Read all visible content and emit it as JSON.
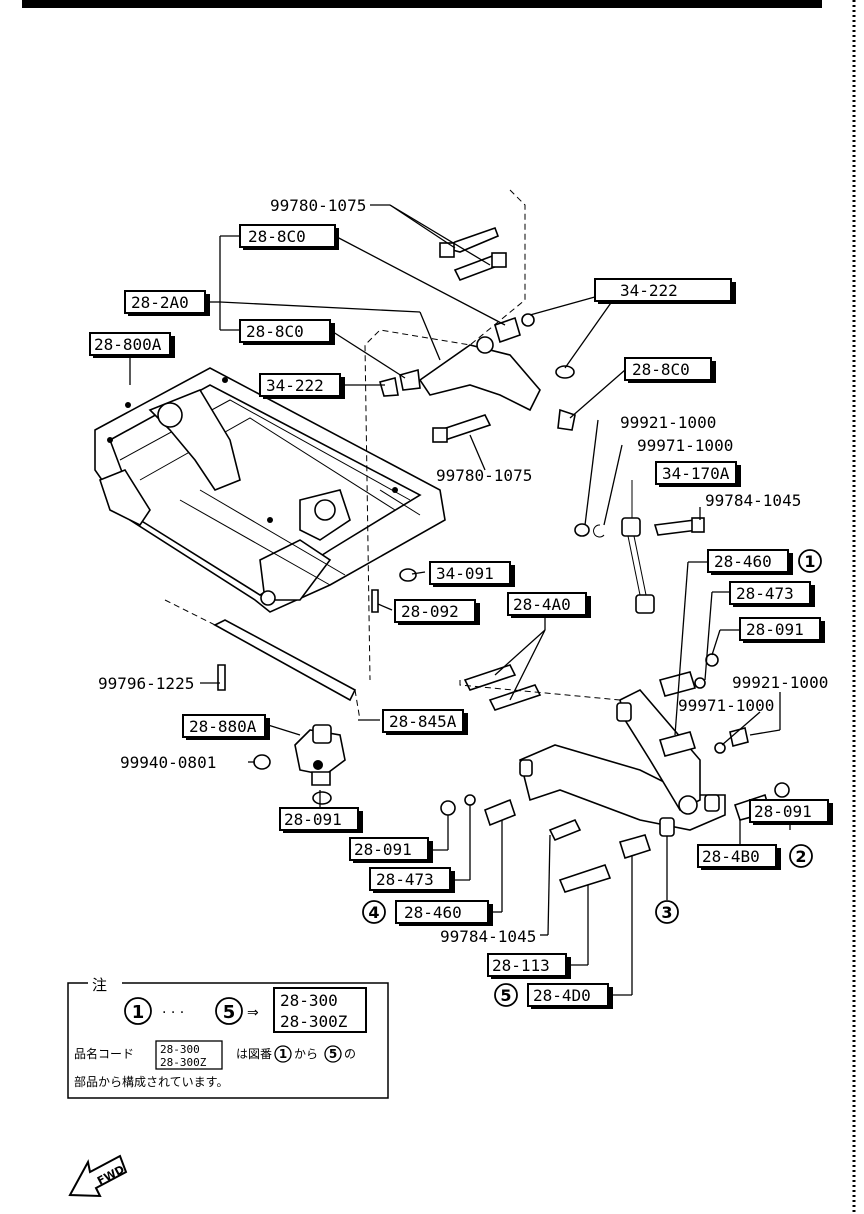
{
  "labels": {
    "bolt_upper_top": "99780-1075",
    "bush_8c0_top": "28-8C0",
    "arm_2a0": "28-2A0",
    "bush_8c0_mid": "28-8C0",
    "nut_222_right": "34-222",
    "crossmember": "28-800A",
    "nut_222_left": "34-222",
    "bush_8c0_right": "28-8C0",
    "bolt_upper_bottom": "99780-1075",
    "washer_1000": "99921-1000",
    "washer_s1000": "99971-1000",
    "stab_link": "34-170A",
    "bolt_1045_top": "99784-1045",
    "nut_091_mid": "34-091",
    "bolt_092": "28-092",
    "arm_4a0": "28-4A0",
    "bush_460_r": "28-460",
    "bush_473_r": "28-473",
    "nut_091_r": "28-091",
    "washer_1000_r": "99921-1000",
    "washer_s1000_r": "99971-1000",
    "bolt_1225": "99796-1225",
    "mount_880": "28-880A",
    "bar_845": "28-845A",
    "bolt_0801": "99940-0801",
    "nut_091_mount": "28-091",
    "nut_091_far": "28-091",
    "bush_4b0": "28-4B0",
    "nut_091_low": "28-091",
    "bush_473_low": "28-473",
    "bush_460_low": "28-460",
    "bolt_1045_low": "99784-1045",
    "bolt_113": "28-113",
    "bush_4d0": "28-4D0"
  },
  "callouts": {
    "c1": "1",
    "c2": "2",
    "c3": "3",
    "c4": "4",
    "c5": "5"
  },
  "note": {
    "title": "注",
    "range_from": "1",
    "dots": "· · ·",
    "range_to": "5",
    "arrow": "⇒",
    "kit_a": "28-300",
    "kit_b": "28-300Z",
    "line1_prefix": "品名コード",
    "line1_kit_a": "28-300",
    "line1_kit_b": "28-300Z",
    "line1_suffix_a": "は図番",
    "line1_from": "1",
    "line1_mid": "から",
    "line1_to": "5",
    "line1_end": "の",
    "line2": "部品から構成されています。"
  },
  "fwd": "FWD"
}
